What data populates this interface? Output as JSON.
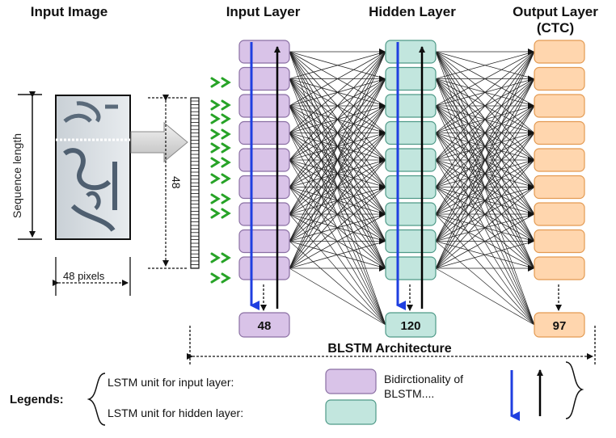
{
  "headers": {
    "input_image": "Input Image",
    "input_layer": "Input Layer",
    "hidden_layer": "Hidden Layer",
    "output_layer_line1": "Output Layer",
    "output_layer_line2": "(CTC)"
  },
  "labels": {
    "sequence_length": "Sequence length",
    "pixels_48": "48 pixels",
    "feature_48": "48",
    "architecture": "BLSTM Architecture"
  },
  "layer_sizes": {
    "input": "48",
    "hidden": "120",
    "output": "97"
  },
  "legend": {
    "title": "Legends:",
    "input_unit": "LSTM unit for input layer:",
    "hidden_unit": "LSTM unit for hidden layer:",
    "bidirectionality": "Bidirctionality of BLSTM...."
  },
  "colors": {
    "input_unit": "#d9c3e8",
    "input_stroke": "#8a6fa3",
    "hidden_unit": "#c2e6de",
    "hidden_stroke": "#4f9a88",
    "output_unit": "#ffd6ae",
    "output_stroke": "#e39a52",
    "forward_arrow": "#1f3fe0",
    "backward_arrow": "#000000",
    "chevron": "#27a327"
  },
  "icons": {
    "chevron": "double-chevron-icon",
    "big_arrow": "right-block-arrow-icon"
  }
}
